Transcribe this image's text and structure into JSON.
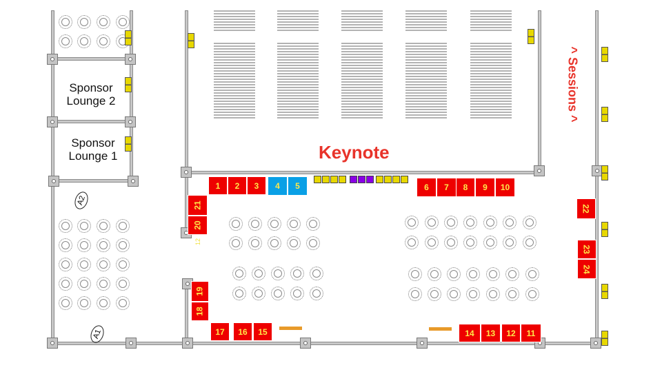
{
  "rooms": {
    "keynote": "Keynote",
    "sessions": "^ Sessions ^",
    "sponsor_lounge_2": "Sponsor Lounge 2",
    "sponsor_lounge_1": "Sponsor Lounge 1"
  },
  "aisles": [
    "A2",
    "A1"
  ],
  "booths": [
    {
      "label": "1",
      "color": "red"
    },
    {
      "label": "2",
      "color": "red"
    },
    {
      "label": "3",
      "color": "red"
    },
    {
      "label": "4",
      "color": "blue"
    },
    {
      "label": "5",
      "color": "blue"
    },
    {
      "label": "6",
      "color": "red"
    },
    {
      "label": "7",
      "color": "red"
    },
    {
      "label": "8",
      "color": "red"
    },
    {
      "label": "9",
      "color": "red"
    },
    {
      "label": "10",
      "color": "red"
    },
    {
      "label": "11",
      "color": "red"
    },
    {
      "label": "12",
      "color": "red"
    },
    {
      "label": "13",
      "color": "red"
    },
    {
      "label": "14",
      "color": "red"
    },
    {
      "label": "15",
      "color": "red"
    },
    {
      "label": "16",
      "color": "red"
    },
    {
      "label": "17",
      "color": "red"
    },
    {
      "label": "18",
      "color": "red"
    },
    {
      "label": "19",
      "color": "red"
    },
    {
      "label": "20",
      "color": "red"
    },
    {
      "label": "21",
      "color": "red"
    },
    {
      "label": "22",
      "color": "red"
    },
    {
      "label": "23",
      "color": "red"
    },
    {
      "label": "24",
      "color": "red"
    }
  ],
  "small_marker": "12",
  "colors": {
    "booth_red": "#ee0000",
    "booth_blue": "#0aa0e6",
    "table_yellow": "#e8d800",
    "table_purple": "#8a00e6",
    "title_red": "#e8332a",
    "rug_orange": "#e89a2a"
  }
}
